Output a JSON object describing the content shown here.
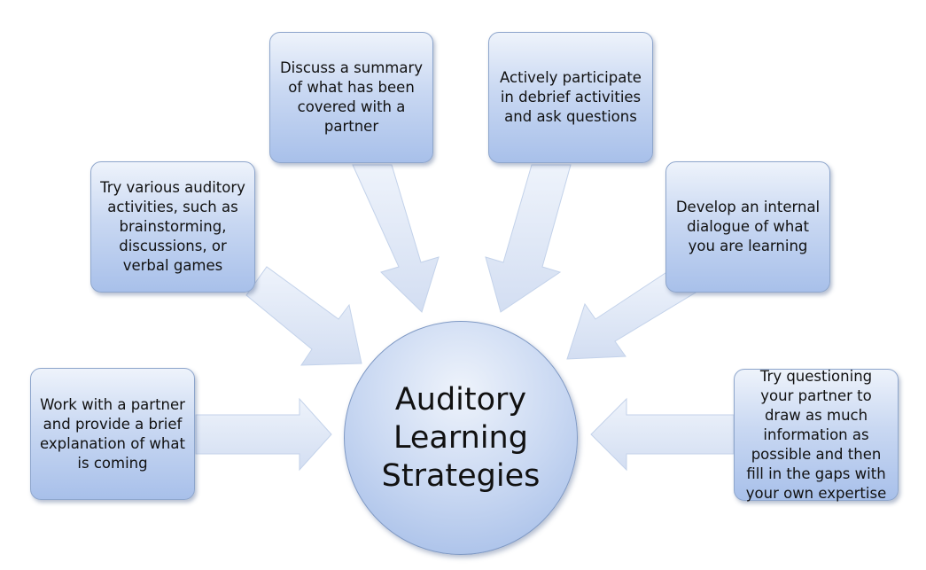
{
  "hub": {
    "label": "Auditory Learning Strategies"
  },
  "strategies": [
    {
      "text": "Work with a partner and provide a brief explanation of what is coming"
    },
    {
      "text": "Try various auditory activities, such as brainstorming, discussions, or verbal games"
    },
    {
      "text": "Discuss a summary of what has been covered with a partner"
    },
    {
      "text": "Actively participate in debrief activities and ask questions"
    },
    {
      "text": "Develop an internal dialogue of what you are learning"
    },
    {
      "text": "Try questioning your partner to draw as much information as possible and then fill in the gaps with your own expertise"
    }
  ],
  "colors": {
    "box_top": "#eef3fb",
    "box_bottom": "#a8c0ea",
    "border": "#8ea6cc",
    "arrow_fill": "#dae4f4",
    "arrow_stroke": "#c3d2ea",
    "text": "#111111"
  }
}
